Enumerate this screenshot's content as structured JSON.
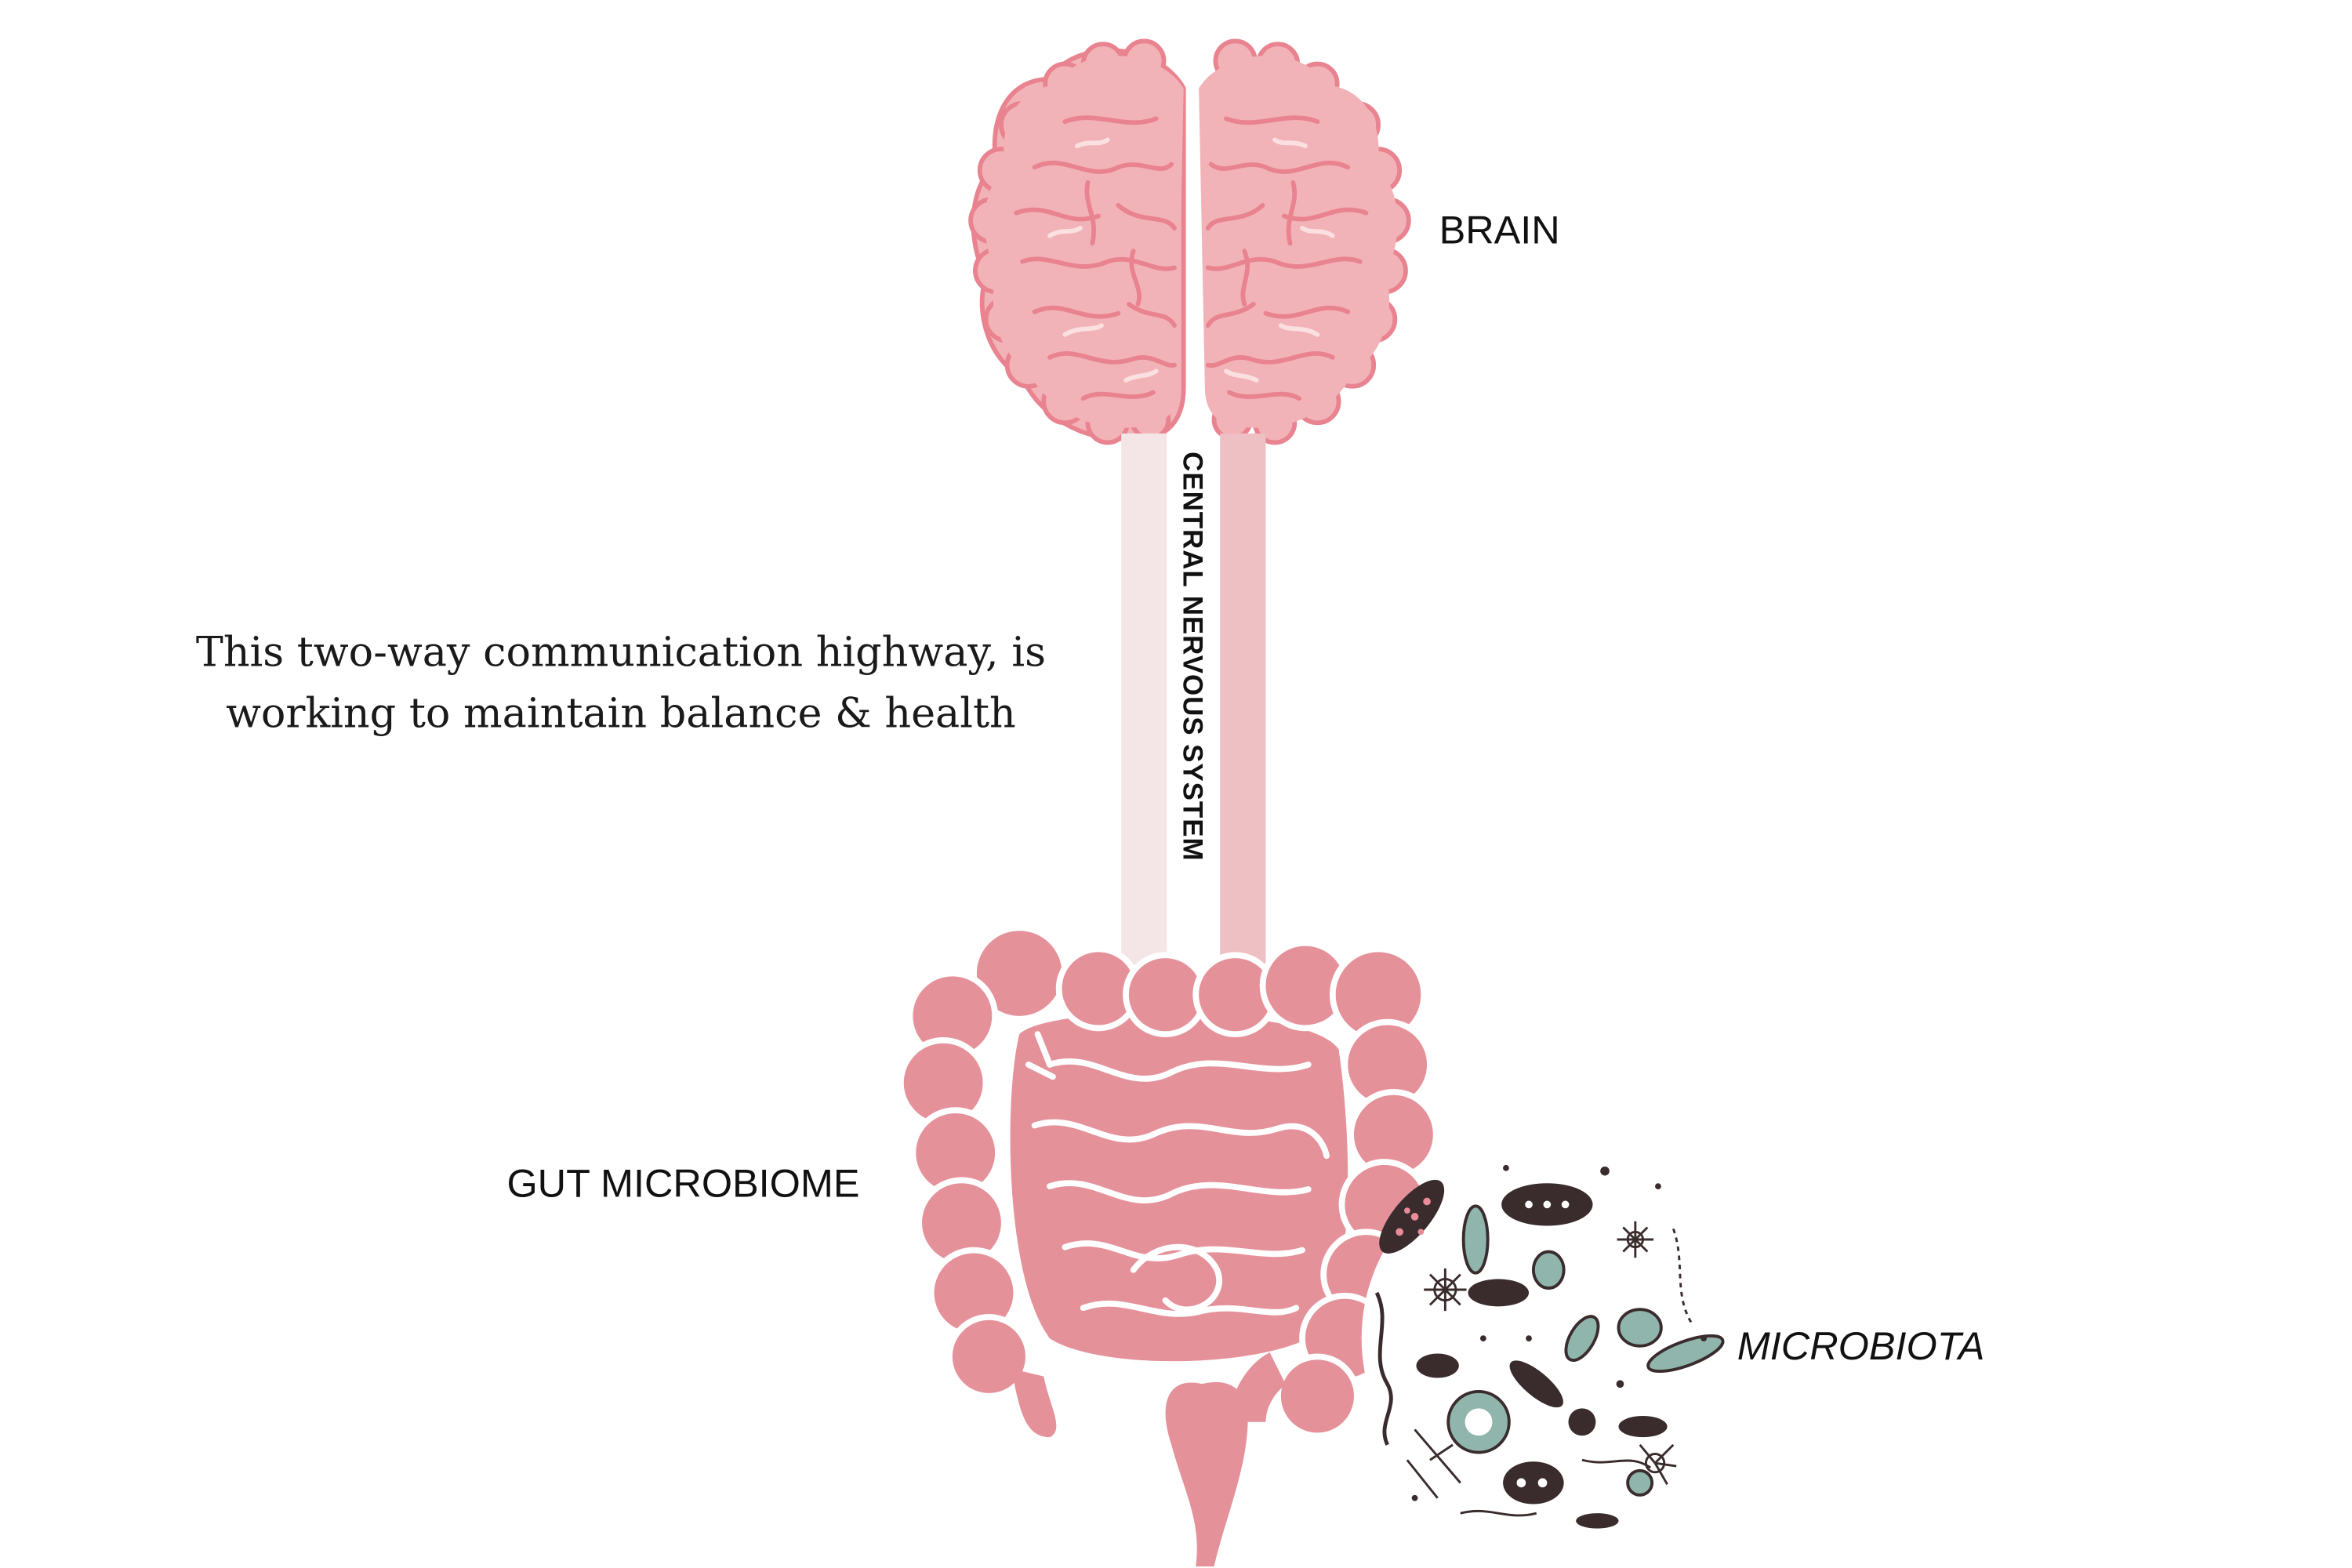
{
  "labels": {
    "brain": "BRAIN",
    "central_nervous_system": "CENTRAL NERVOUS SYSTEM",
    "caption_line_1": "This two-way communication highway, is",
    "caption_line_2": "working to maintain balance & health",
    "gut_microbiome": "GUT MICROBIOME",
    "microbiota": "MICROBIOTA"
  },
  "colors": {
    "brain_fill": "#f2b3b8",
    "brain_outline": "#e8838f",
    "brain_highlight": "#fbe0e2",
    "spine_light": "#f4e6e7",
    "spine_dark": "#eebfc3",
    "gut_fill": "#e5919a",
    "gut_outline": "#ffffff",
    "microbe_dark": "#3a2c2c",
    "microbe_teal": "#8fb5ac",
    "microbe_pink": "#e98c98"
  }
}
